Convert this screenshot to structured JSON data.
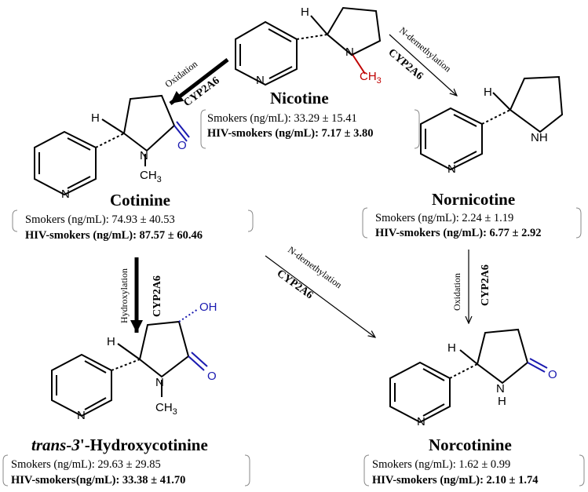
{
  "compounds": {
    "nicotine": {
      "name": "Nicotine",
      "smokers_label": "Smokers (ng/mL): 33.29 ± 15.41",
      "hiv_label": "HIV-smokers (ng/mL): 7.17 ± 3.80",
      "atoms": {
        "n_ring": "N",
        "n_pyr": "N",
        "h": "H",
        "methyl": "CH",
        "methyl_sub": "3"
      }
    },
    "cotinine": {
      "name": "Cotinine",
      "smokers_label": "Smokers (ng/mL):  74.93 ± 40.53",
      "hiv_label": "HIV-smokers (ng/mL): 87.57 ± 60.46",
      "atoms": {
        "n_ring": "N",
        "n_pyr": "N",
        "h": "H",
        "o": "O",
        "methyl": "CH",
        "methyl_sub": "3"
      }
    },
    "nornicotine": {
      "name": "Nornicotine",
      "smokers_label": "Smokers (ng/mL): 2.24 ± 1.19",
      "hiv_label": "HIV-smokers (ng/mL): 6.77 ± 2.92",
      "atoms": {
        "n_ring": "N",
        "nh": "NH",
        "h": "H"
      }
    },
    "hydroxycotinine": {
      "name_italic": "trans-3",
      "name_rest": "'-Hydroxycotinine",
      "smokers_label": "Smokers (ng/mL): 29.63 ± 29.85",
      "hiv_label": "HIV-smokers(ng/mL): 33.38 ± 41.70",
      "atoms": {
        "n_ring": "N",
        "n_pyr": "N",
        "h": "H",
        "o": "O",
        "oh": "OH",
        "methyl": "CH",
        "methyl_sub": "3"
      }
    },
    "norcotinine": {
      "name": "Norcotinine",
      "smokers_label": "Smokers (ng/mL):  1.62 ± 0.99",
      "hiv_label": "HIV-smokers (ng/mL):  2.10 ± 1.74",
      "atoms": {
        "n_ring": "N",
        "n_pyr": "N",
        "n_pyr_h": "H",
        "h": "H",
        "o": "O"
      }
    }
  },
  "reactions": {
    "nic_to_cot": {
      "reaction": "Oxidation",
      "enzyme": "CYP2A6"
    },
    "nic_to_nornic": {
      "reaction": "N-demethylation",
      "enzyme": "CYP2A6"
    },
    "cot_to_hydroxy": {
      "reaction": "Hydroxylation",
      "enzyme": "CYP2A6"
    },
    "cot_to_norcot": {
      "reaction": "N-demethylation",
      "enzyme": "CYP2A6"
    },
    "nornic_to_norcot": {
      "reaction": "Oxidation",
      "enzyme": "CYP2A6"
    }
  },
  "colors": {
    "bond": "#000000",
    "oxygen": "#1a1ab0",
    "methyl_highlight": "#c00000"
  }
}
